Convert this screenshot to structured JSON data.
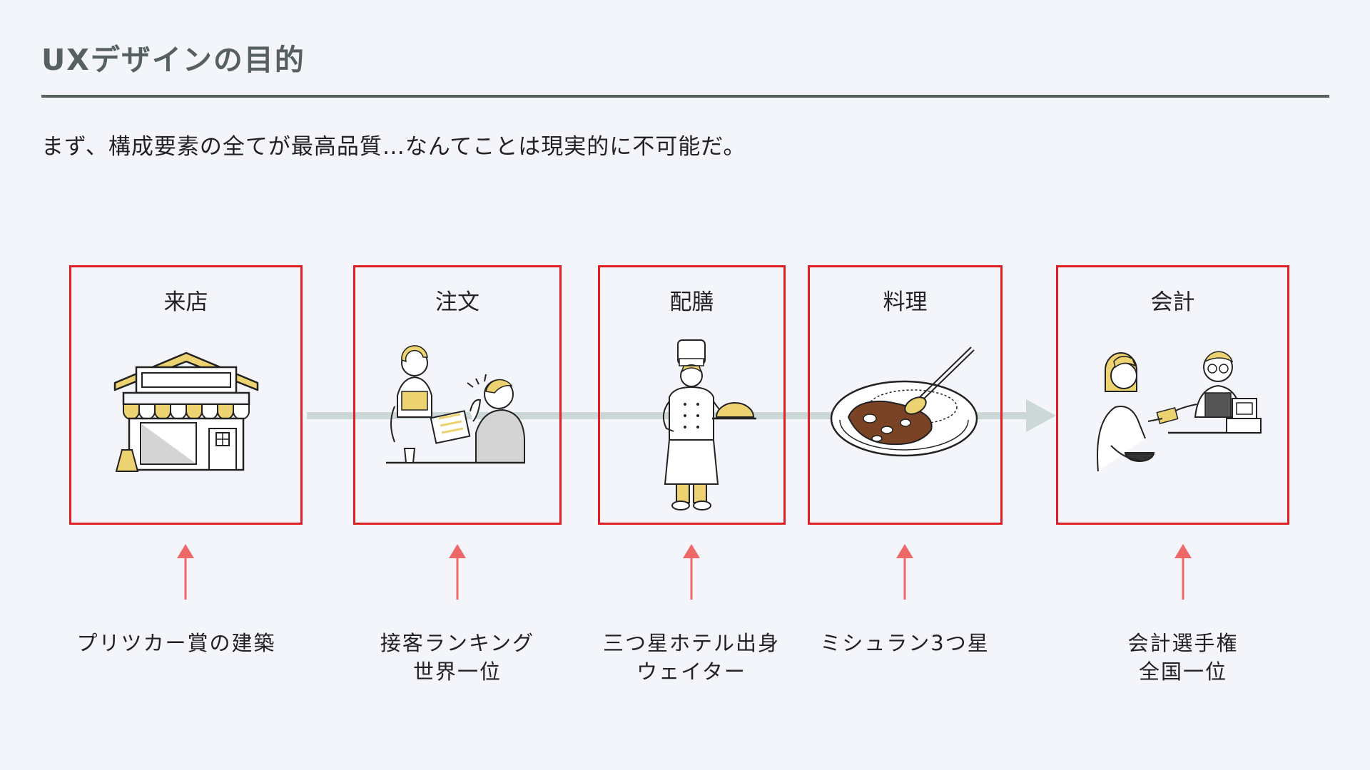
{
  "slide": {
    "title": "UXデザインの目的",
    "lead": "まず、構成要素の全てが最高品質…なんてことは現実的に不可能だ。"
  },
  "colors": {
    "frame": "#e01e25",
    "pointer": "#ef6868",
    "flow": "#cbd8d6",
    "accent_yellow": "#ecd270",
    "curry_brown": "#7a4326",
    "title_gray": "#56605e"
  },
  "steps": [
    {
      "label": "来店",
      "illustration": "storefront-illustration",
      "caption": [
        "プリツカー賞の建築"
      ]
    },
    {
      "label": "注文",
      "illustration": "ordering-illustration",
      "caption": [
        "接客ランキング",
        "世界一位"
      ]
    },
    {
      "label": "配膳",
      "illustration": "chef-illustration",
      "caption": [
        "三つ星ホテル出身",
        "ウェイター"
      ]
    },
    {
      "label": "料理",
      "illustration": "curry-illustration",
      "caption": [
        "ミシュラン3つ星"
      ]
    },
    {
      "label": "会計",
      "illustration": "checkout-illustration",
      "caption": [
        "会計選手権",
        "全国一位"
      ]
    }
  ]
}
